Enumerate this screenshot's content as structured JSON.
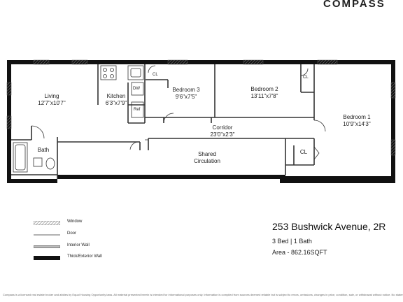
{
  "brand": {
    "logo_text": "COMPASS"
  },
  "rooms": {
    "living": {
      "name": "Living",
      "dims": "12'7\"x10'7\""
    },
    "kitchen": {
      "name": "Kitchen",
      "dims": "6'3\"x7'9\""
    },
    "bedroom3": {
      "name": "Bedroom 3",
      "dims": "9'6\"x7'5\""
    },
    "bedroom2": {
      "name": "Bedroom 2",
      "dims": "13'11\"x7'8\""
    },
    "bedroom1": {
      "name": "Bedroom 1",
      "dims": "10'9\"x14'3\""
    },
    "corridor": {
      "name": "Corridor",
      "dims": "23'0\"x2'3\""
    },
    "shared": {
      "name": "Shared",
      "name2": "Circulation"
    },
    "bath": {
      "name": "Bath"
    }
  },
  "fixtures": {
    "dw": "DW",
    "ref": "Ref",
    "closet": "CL"
  },
  "legend": {
    "window": "Window",
    "door": "Door",
    "interior_wall": "Interior Wall",
    "exterior_wall": "Thick/Exterior Wall"
  },
  "listing": {
    "address": "253 Bushwick Avenue, 2R",
    "beds_baths": "3 Bed | 1 Bath",
    "area": "Area - 862.16SQFT"
  },
  "disclaimer": "Compass is a licensed real estate broker and abides by Equal Housing Opportunity laws. All material presented herein is intended for informational purposes only. Information is compiled from sources deemed reliable but is subject to errors, omissions, changes in price, condition, sale, or withdrawal without notice. No statement is made as to accuracy of any description. All measurements and square footages are approximate. Exact dimensions can be obtained by retaining the services of an architect or engineer. This is not intended to solicit property already listed.",
  "colors": {
    "wall": "#111111",
    "interior": "#333333",
    "window": "#9a9a9a"
  }
}
